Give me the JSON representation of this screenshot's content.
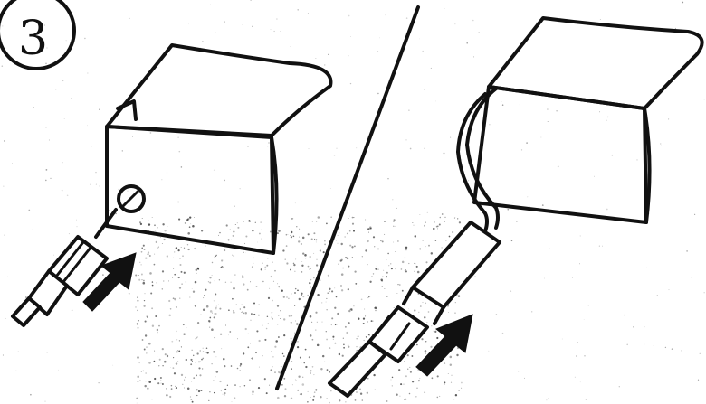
{
  "step": {
    "number": "3"
  },
  "palette": {
    "ink": "#111111",
    "paper": "#ffffff",
    "speckle": "#222222"
  },
  "panels": [
    {
      "name": "left-panel",
      "content": "box-with-connector-port-and-plug-inserted-from-below-left"
    },
    {
      "name": "right-panel",
      "content": "box-with-cable-and-inline-connector-joined-from-below-left"
    }
  ],
  "icons": [
    "arrow-icon",
    "plug-icon",
    "connector-port-icon"
  ]
}
